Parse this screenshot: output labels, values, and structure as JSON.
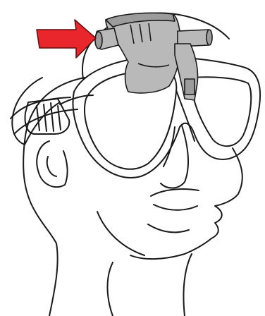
{
  "colors": {
    "line": "#1a1a1a",
    "background": "#ffffff",
    "device_fill": "#b9b9b9",
    "device_shadow": "#9c9c9c",
    "arrow_fill": "#e8262b",
    "arrow_stroke": "#5a0d0f"
  },
  "parts": {
    "head": "head-outline",
    "mask": "dive-mask",
    "strap": "mask-strap",
    "device": "mask-mounted-device",
    "pointer": "red-pointer-arrow"
  }
}
